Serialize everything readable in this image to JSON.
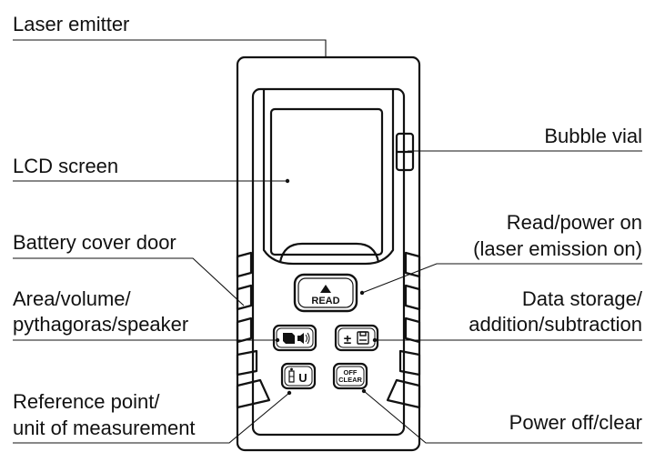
{
  "labels": {
    "laser_emitter": "Laser emitter",
    "bubble_vial": "Bubble vial",
    "lcd_screen": "LCD screen",
    "read_power_line1": "Read/power on",
    "read_power_line2": "(laser emission on)",
    "battery_cover": "Battery cover door",
    "area_volume_line1": "Area/volume/",
    "area_volume_line2": "pythagoras/speaker",
    "data_storage_line1": "Data storage/",
    "data_storage_line2": "addition/subtraction",
    "reference_line1": "Reference point/",
    "reference_line2": "unit of measurement",
    "power_off": "Power off/clear"
  },
  "buttons": {
    "read": "READ",
    "plus_minus": "±",
    "unit": "U",
    "off": "OFF",
    "clear": "CLEAR"
  },
  "icons": [
    "cube-speaker-icon",
    "plus-minus-memory-icon",
    "reference-unit-icon",
    "bubble-vial-icon",
    "up-triangle-icon"
  ]
}
